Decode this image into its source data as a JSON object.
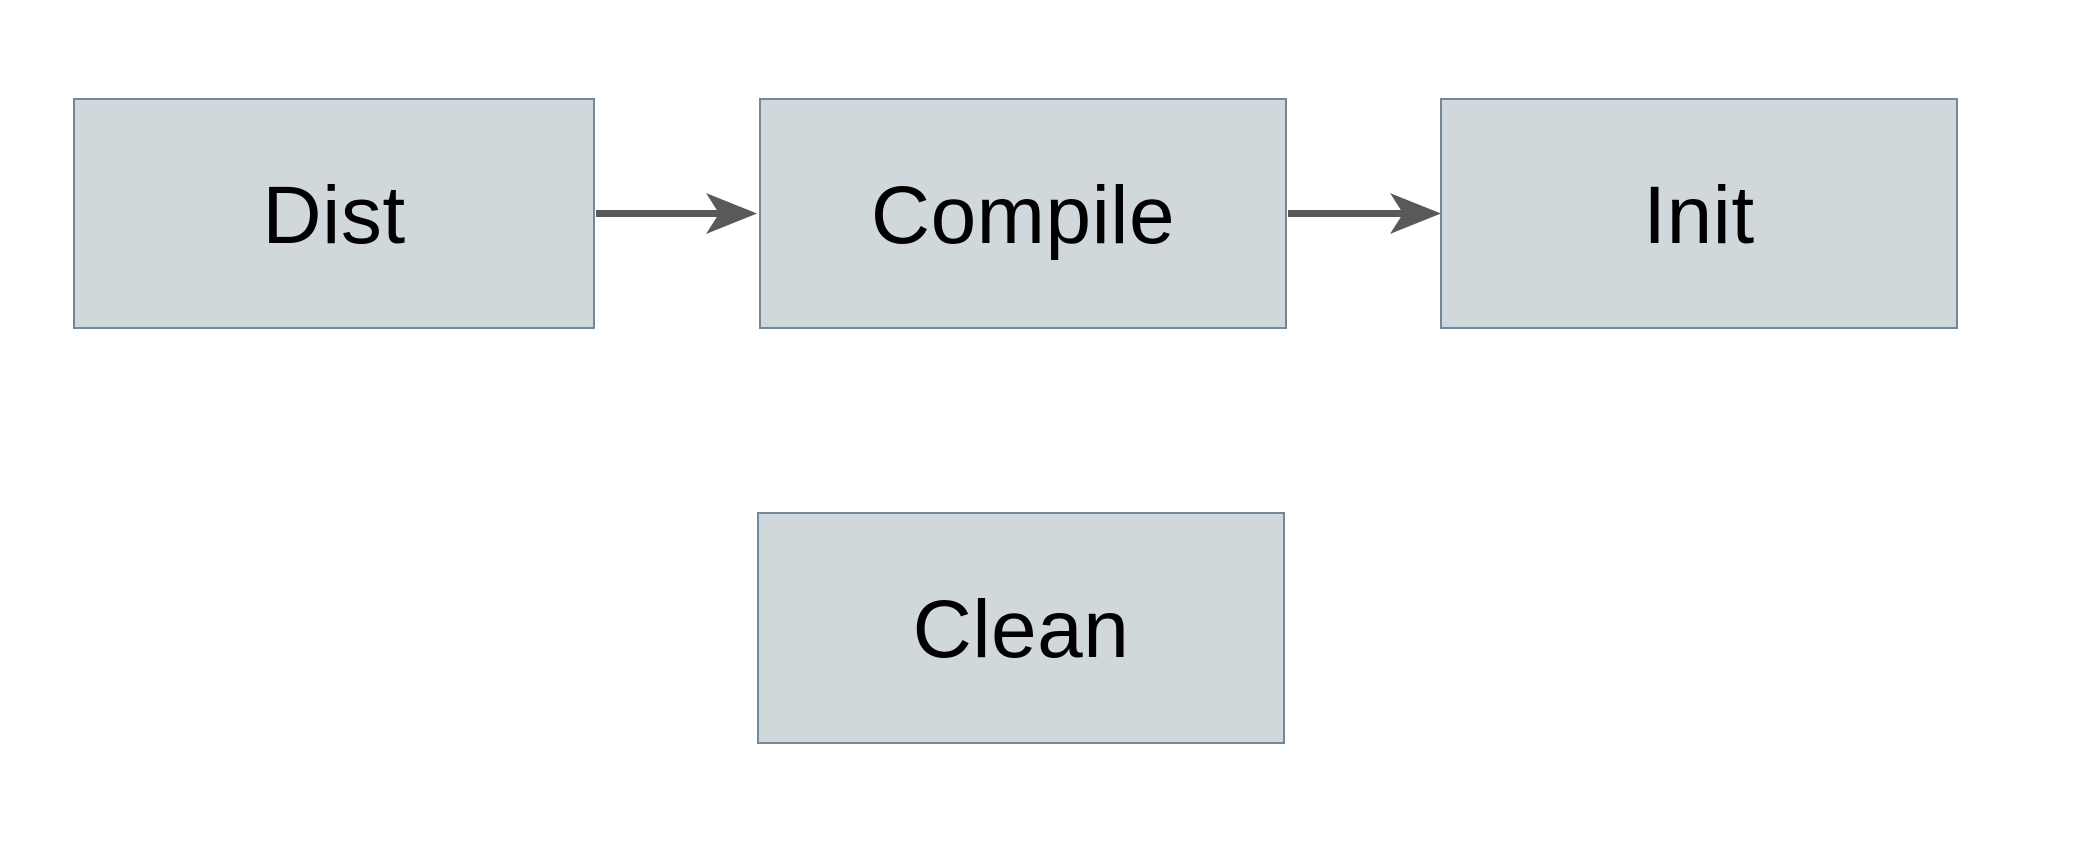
{
  "diagram": {
    "title": "build-targets-flow",
    "nodes": [
      {
        "id": "dist",
        "label": "Dist"
      },
      {
        "id": "compile",
        "label": "Compile"
      },
      {
        "id": "init",
        "label": "Init"
      },
      {
        "id": "clean",
        "label": "Clean"
      }
    ],
    "edges": [
      {
        "from": "Dist",
        "to": "Compile",
        "direction": "right"
      },
      {
        "from": "Compile",
        "to": "Init",
        "direction": "right"
      }
    ],
    "colors": {
      "background": "#ffffff",
      "node_fill": "#d1d8db",
      "node_border": "#74889a",
      "arrow": "#58595b",
      "text": "#000000"
    }
  }
}
